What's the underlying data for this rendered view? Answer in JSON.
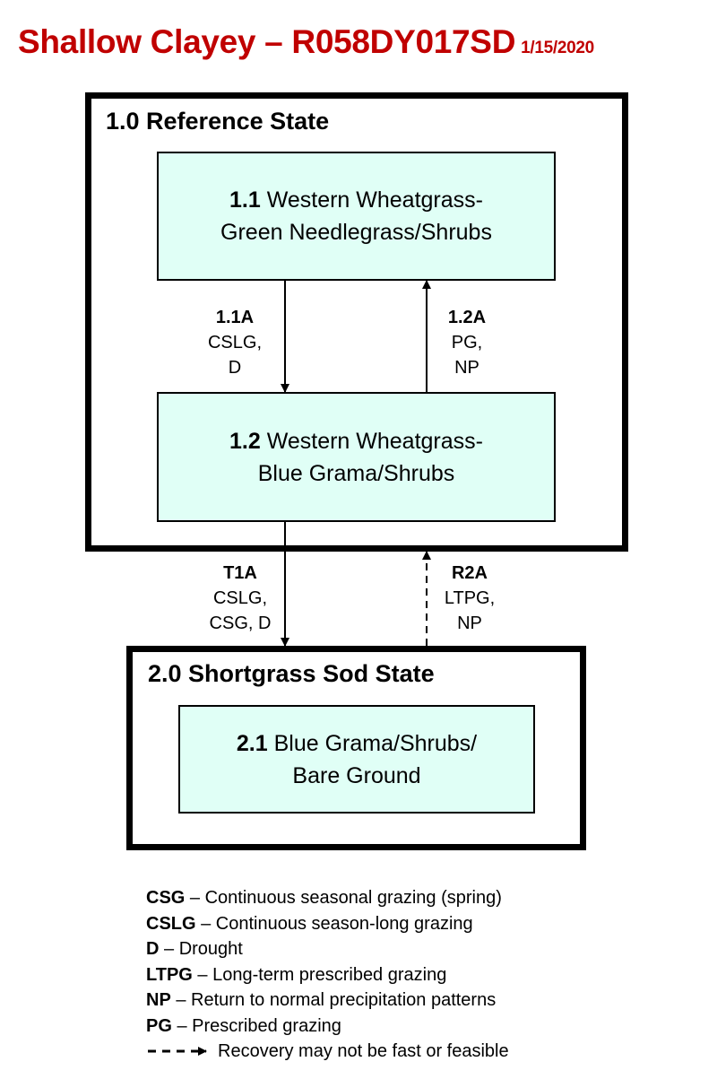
{
  "title": {
    "text": "Shallow Clayey – R058DY017SD",
    "date": "1/15/2020"
  },
  "states": [
    {
      "title": "1.0 Reference State",
      "phases": [
        {
          "number": "1.1",
          "line1": "Western Wheatgrass-",
          "line2": "Green Needlegrass/Shrubs"
        },
        {
          "number": "1.2",
          "line1": "Western Wheatgrass-",
          "line2": "Blue Grama/Shrubs"
        }
      ]
    },
    {
      "title": "2.0 Shortgrass Sod State",
      "phases": [
        {
          "number": "2.1",
          "line1": "Blue Grama/Shrubs/",
          "line2": "Bare Ground"
        }
      ]
    }
  ],
  "transitions": [
    {
      "code": "1.1A",
      "line1": "CSLG,",
      "line2": "D",
      "style": "solid",
      "from": "1.1",
      "to": "1.2"
    },
    {
      "code": "1.2A",
      "line1": "PG,",
      "line2": "NP",
      "style": "solid",
      "from": "1.2",
      "to": "1.1"
    },
    {
      "code": "T1A",
      "line1": "CSLG,",
      "line2": "CSG, D",
      "style": "solid",
      "from": "1.0",
      "to": "2.0"
    },
    {
      "code": "R2A",
      "line1": "LTPG,",
      "line2": "NP",
      "style": "dashed",
      "from": "2.0",
      "to": "1.0"
    }
  ],
  "legend": [
    {
      "abbr": "CSG",
      "desc": " – Continuous seasonal grazing (spring)"
    },
    {
      "abbr": "CSLG",
      "desc": " – Continuous season-long grazing"
    },
    {
      "abbr": "D",
      "desc": " – Drought"
    },
    {
      "abbr": "LTPG",
      "desc": " – Long-term prescribed grazing"
    },
    {
      "abbr": "NP",
      "desc": " – Return to normal precipitation patterns"
    },
    {
      "abbr": "PG",
      "desc": " – Prescribed grazing"
    }
  ],
  "legend_dashed": "Recovery may not be fast or feasible",
  "colors": {
    "title": "#c00000",
    "phase_fill": "#e0fff6"
  }
}
